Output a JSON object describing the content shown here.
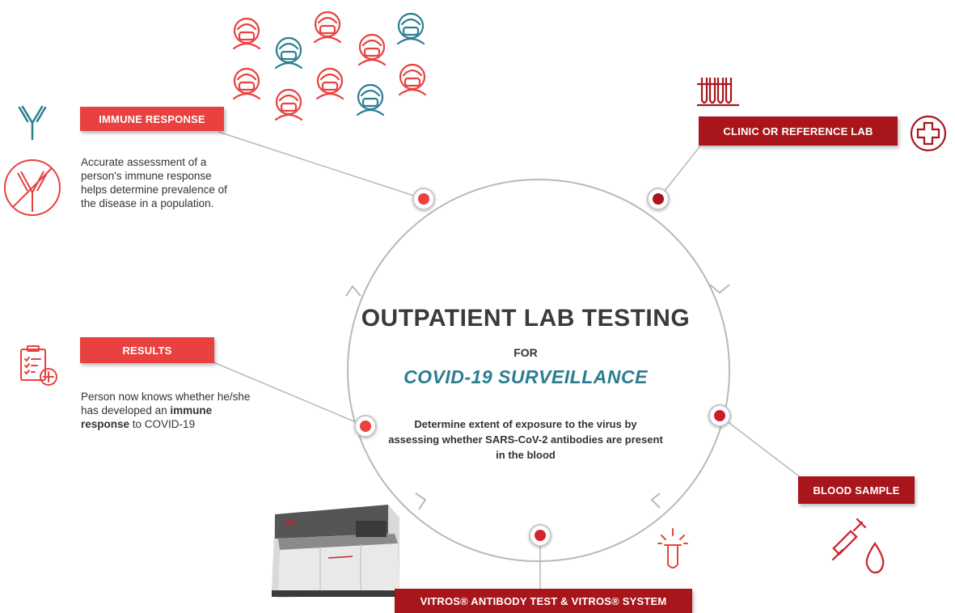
{
  "title": "OUTPATIENT LAB TESTING",
  "connector": "FOR",
  "subtitle": "COVID-19 SURVEILLANCE",
  "description": "Determine extent of exposure to the virus by assessing whether SARS-CoV-2 antibodies are present in the blood",
  "colors": {
    "red": "#e8413f",
    "dark_red": "#a8161c",
    "teal": "#2b7d92",
    "line": "#b5b5b5"
  },
  "stages": {
    "immune_response": {
      "label": "IMMUNE RESPONSE",
      "text": "Accurate assessment of a person's immune response helps determine prevalence of the disease in a population."
    },
    "clinic": {
      "label": "CLINIC OR REFERENCE LAB"
    },
    "blood_sample": {
      "label": "BLOOD SAMPLE"
    },
    "vitros": {
      "label": "VITROS® ANTIBODY TEST & VITROS® SYSTEM"
    },
    "results": {
      "label": "RESULTS",
      "text_prefix": "Person now knows whether he/she has developed an",
      "text_bold": "immune response",
      "text_suffix": "to COVID-19"
    }
  },
  "icons": [
    "antibody-icon",
    "no-antibody-icon",
    "people-masks-icon",
    "test-tubes-icon",
    "medical-cross-icon",
    "syringe-icon",
    "blood-drop-icon",
    "test-tube-alert-icon",
    "clipboard-icon",
    "analyzer-machine-image"
  ]
}
